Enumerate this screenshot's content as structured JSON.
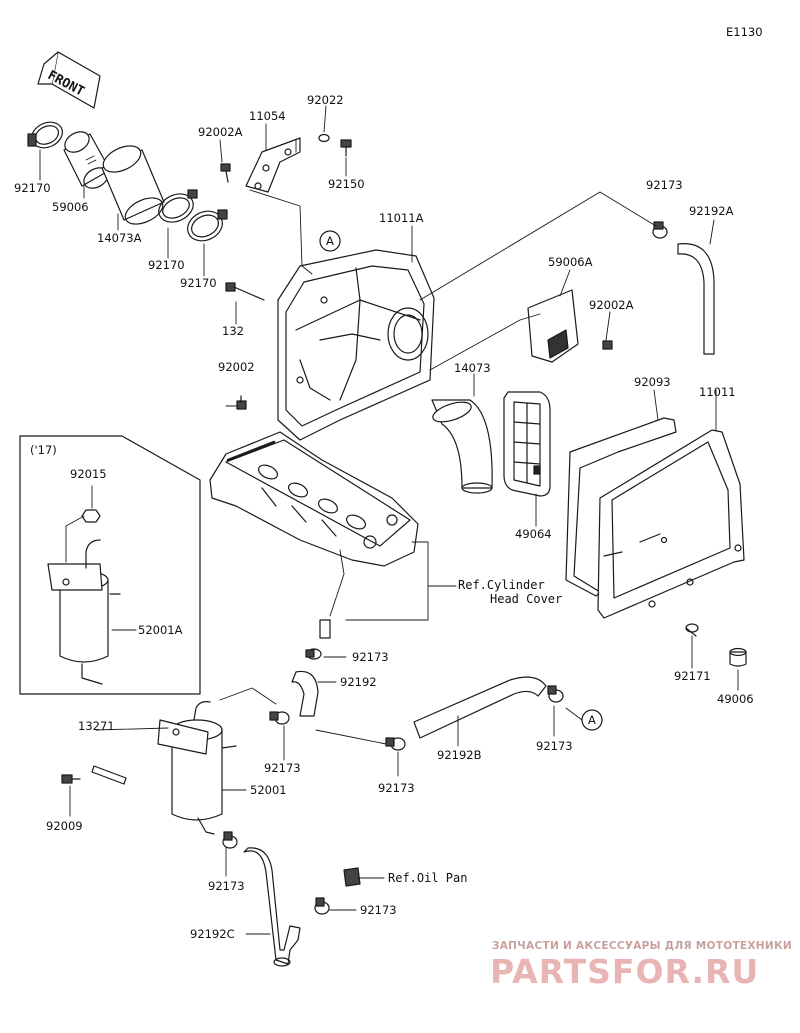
{
  "diagram_code": "E1130",
  "front_label": "FRONT",
  "circle_ref": "A",
  "watermark": {
    "line1": "ЗАПЧАСТИ И АКСЕССУАРЫ ДЛЯ МОТОТЕХНИКИ",
    "line2": "PARTSFOR.RU"
  },
  "references": {
    "cylinder_head_line1": "Ref.Cylinder",
    "cylinder_head_line2": "Head Cover",
    "oil_pan": "Ref.Oil Pan"
  },
  "inset_label": "('17)",
  "parts": {
    "p92170_a": "92170",
    "p59006": "59006",
    "p14073A": "14073A",
    "p92170_b": "92170",
    "p92170_c": "92170",
    "p92002A_a": "92002A",
    "p11054": "11054",
    "p92022": "92022",
    "p92150": "92150",
    "p11011A": "11011A",
    "p132": "132",
    "p92002": "92002",
    "p92173_a": "92173",
    "p92192A": "92192A",
    "p59006A": "59006A",
    "p92002A_b": "92002A",
    "p14073": "14073",
    "p92093": "92093",
    "p11011": "11011",
    "p49064": "49064",
    "p92015": "92015",
    "p52001A": "52001A",
    "p92173_b": "92173",
    "p92192": "92192",
    "p13271": "13271",
    "p92173_c": "92173",
    "p92173_d": "92173",
    "p92192B": "92192B",
    "p92173_e": "92173",
    "p92171": "92171",
    "p49006": "49006",
    "p52001": "52001",
    "p92009": "92009",
    "p92173_f": "92173",
    "p92173_g": "92173",
    "p92192C": "92192C"
  }
}
